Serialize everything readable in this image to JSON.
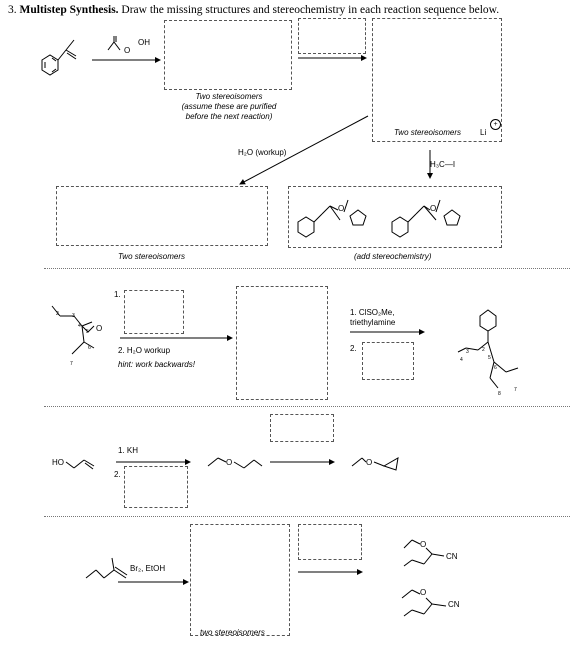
{
  "problem": {
    "number": "3.",
    "title_bold": "Multistep Synthesis.",
    "title_rest": " Draw the missing structures and stereochemistry in each reaction sequence below."
  },
  "row1": {
    "reagent_oh": "OH",
    "reagent_o": "O",
    "box1_caption_1": "Two stereoisomers",
    "box1_caption_2": "(assume these are purified",
    "box1_caption_3": "before the next reaction)",
    "box3_caption": "Two stereoisomers",
    "li_label": "Li",
    "charge": "+",
    "workup": "H₂O (workup)",
    "methyl_iodide": "H₃C—I",
    "box4_caption": "Two stereoisomers",
    "box5_caption": "(add stereochemistry)",
    "o1": "O",
    "o2": "O"
  },
  "row2": {
    "step1": "1.",
    "step2": "2.  H₂O workup",
    "hint": "hint: work backwards!",
    "o_label": "O",
    "reagent_1": "1.  ClSO₂Me,",
    "reagent_1b": "     triethylamine",
    "reagent_2": "2.",
    "n2": "2",
    "n3": "3",
    "n4": "4",
    "n5": "5",
    "n6": "6",
    "n7": "7",
    "r_n2": "2",
    "r_n3": "3",
    "r_n4": "4",
    "r_n5": "5",
    "r_n6": "6",
    "r_n7": "7",
    "r_n8": "8"
  },
  "row3": {
    "ho": "HO",
    "step1": "1.  KH",
    "step2": "2.",
    "o_mid": "O",
    "o_right": "O"
  },
  "row4": {
    "reagent": "Br₂, EtOH",
    "caption": "two stereoisomers",
    "o1": "O",
    "o2": "O",
    "cn1": "CN",
    "cn2": "CN"
  }
}
